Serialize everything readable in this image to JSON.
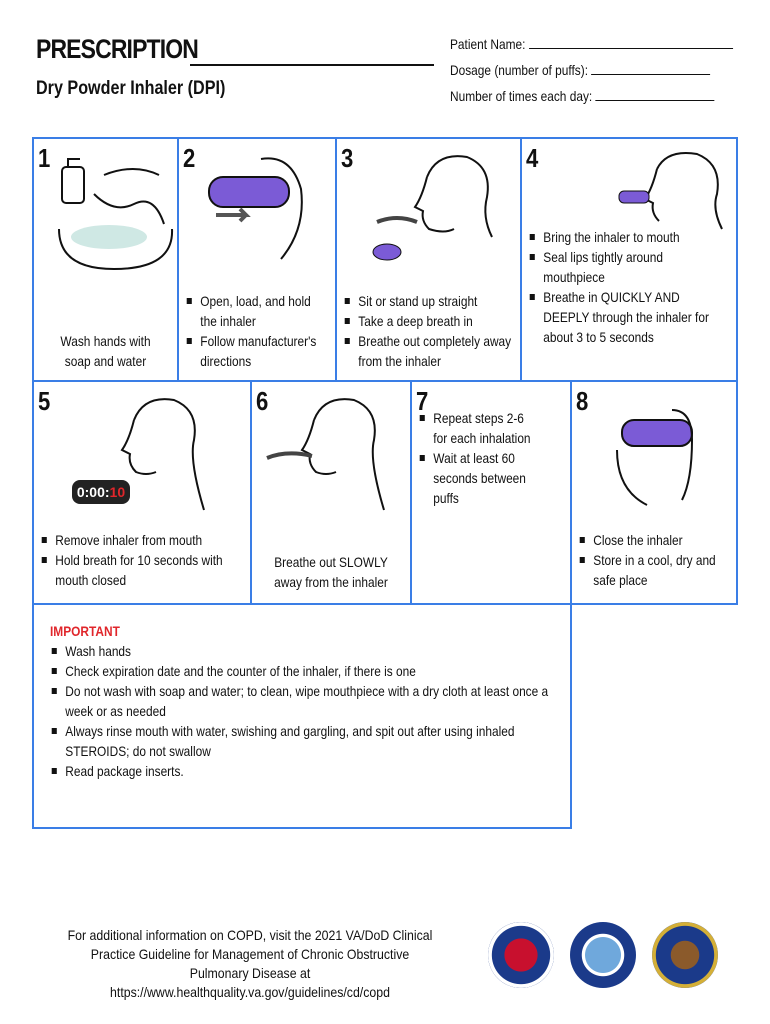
{
  "header": {
    "title": "PRESCRIPTION",
    "subtitle": "Dry Powder Inhaler (DPI)",
    "fields": [
      {
        "label": "Patient Name:"
      },
      {
        "label": "Dosage (number of puffs):"
      },
      {
        "label": "Number of times each day:"
      }
    ]
  },
  "steps": [
    {
      "num": "1",
      "lines": [
        "Wash hands with",
        "soap and water"
      ]
    },
    {
      "num": "2",
      "items": [
        "Open, load, and hold the inhaler",
        "Follow manufacturer's directions"
      ]
    },
    {
      "num": "3",
      "items": [
        "Sit or stand up straight",
        "Take a deep breath in",
        "Breathe out completely away from the inhaler"
      ]
    },
    {
      "num": "4",
      "items": [
        "Bring the inhaler to mouth",
        "Seal lips tightly around mouthpiece",
        "Breathe in QUICKLY AND DEEPLY through the inhaler for about 3 to 5 seconds"
      ]
    },
    {
      "num": "5",
      "items": [
        "Remove inhaler from mouth",
        "Hold breath for 10 seconds with mouth closed"
      ],
      "timer": "0:00:",
      "timer_red": "10"
    },
    {
      "num": "6",
      "lines": [
        "Breathe out SLOWLY",
        "away from the inhaler"
      ]
    },
    {
      "num": "7",
      "items": [
        "Repeat steps 2-6 for each inhalation",
        "Wait at least 60 seconds between puffs"
      ]
    },
    {
      "num": "8",
      "items": [
        "Close the inhaler",
        "Store in a cool, dry and safe place"
      ]
    }
  ],
  "important": {
    "title": "IMPORTANT",
    "items": [
      "Wash hands",
      "Check expiration date and the counter of the inhaler, if there is one",
      "Do not wash with soap and water; to clean, wipe mouthpiece with a dry cloth at least once a week  or as needed",
      "Always rinse mouth with water, swishing and gargling, and spit out after using inhaled STEROIDS; do not swallow",
      "Read package inserts."
    ]
  },
  "footer": {
    "text": "For additional information on COPD, visit the 2021 VA/DoD Clinical Practice Guideline for Management of Chronic Obstructive Pulmonary Disease at https://www.healthquality.va.gov/guidelines/cd/copd"
  },
  "colors": {
    "border": "#3a7ee6",
    "inhaler": "#7b5bd6",
    "important": "#e0262b"
  }
}
